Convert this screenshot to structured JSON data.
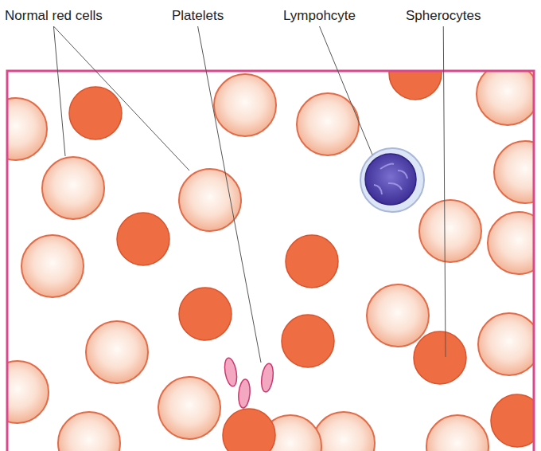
{
  "diagram": {
    "labels": [
      "Normal red cells",
      "Platelets",
      "Lympohcyte",
      "Spherocytes"
    ]
  }
}
